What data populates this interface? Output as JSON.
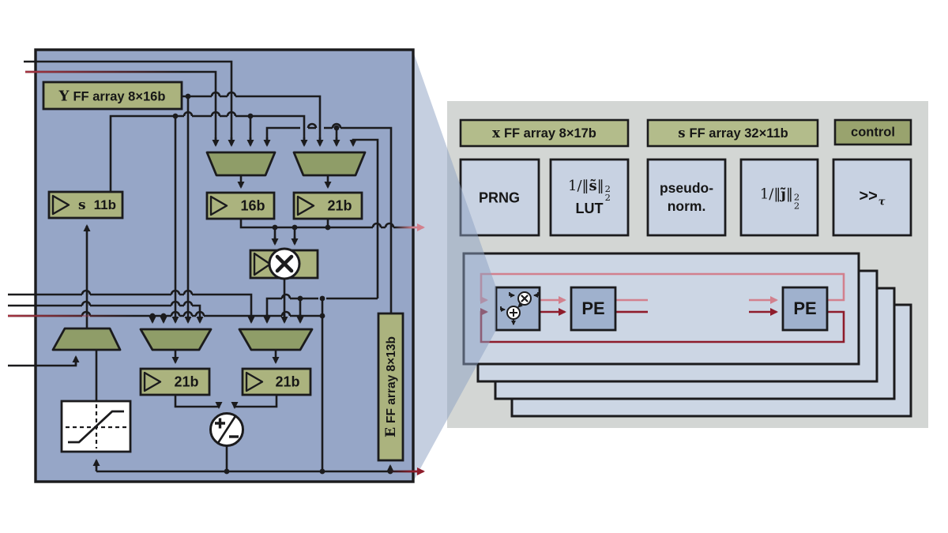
{
  "figure": {
    "kind": "hardware architecture block diagram"
  },
  "colors": {
    "panel_blue": "#96a6c7",
    "panel_gray": "#d3d6d4",
    "box_green": "#abb37e",
    "mux_green": "#8f9d68",
    "control_green": "#99a36e",
    "box_blue": "#c8d2e2",
    "pe_blue": "#9fb1cd",
    "row_blue": "#ccd6e4",
    "wire_black": "#1b1b1d",
    "wire_pink": "#d2808d",
    "wire_red": "#8e1c2b"
  },
  "left": {
    "y_ff": {
      "sym": "Y",
      "label": "FF array 8×16b"
    },
    "s_reg": {
      "sym": "s",
      "label": "11b"
    },
    "reg_16b": "16b",
    "reg_21b_top": "21b",
    "reg_21b_left": "21b",
    "reg_21b_right": "21b",
    "e_ff": {
      "sym": "E",
      "label": "FF array 8×13b"
    }
  },
  "right": {
    "x_ff": {
      "sym": "x",
      "label": "FF array 8×17b"
    },
    "s_ff": {
      "sym": "s",
      "label": "FF array 32×11b"
    },
    "control": "control",
    "prng": "PRNG",
    "s_norm": {
      "pre": "1/‖",
      "var": "s̃",
      "post": "‖",
      "sup": "2",
      "sub": "2",
      "line2": "LUT"
    },
    "pseudo": {
      "line1": "pseudo-",
      "line2": "norm."
    },
    "j_norm": {
      "pre": "1/‖",
      "var": "j̃",
      "post": "‖",
      "sup": "2",
      "sub": "2"
    },
    "shift": {
      "base": ">>",
      "sub": "τ"
    },
    "pe_front": "PE",
    "pe_back": "PE"
  }
}
